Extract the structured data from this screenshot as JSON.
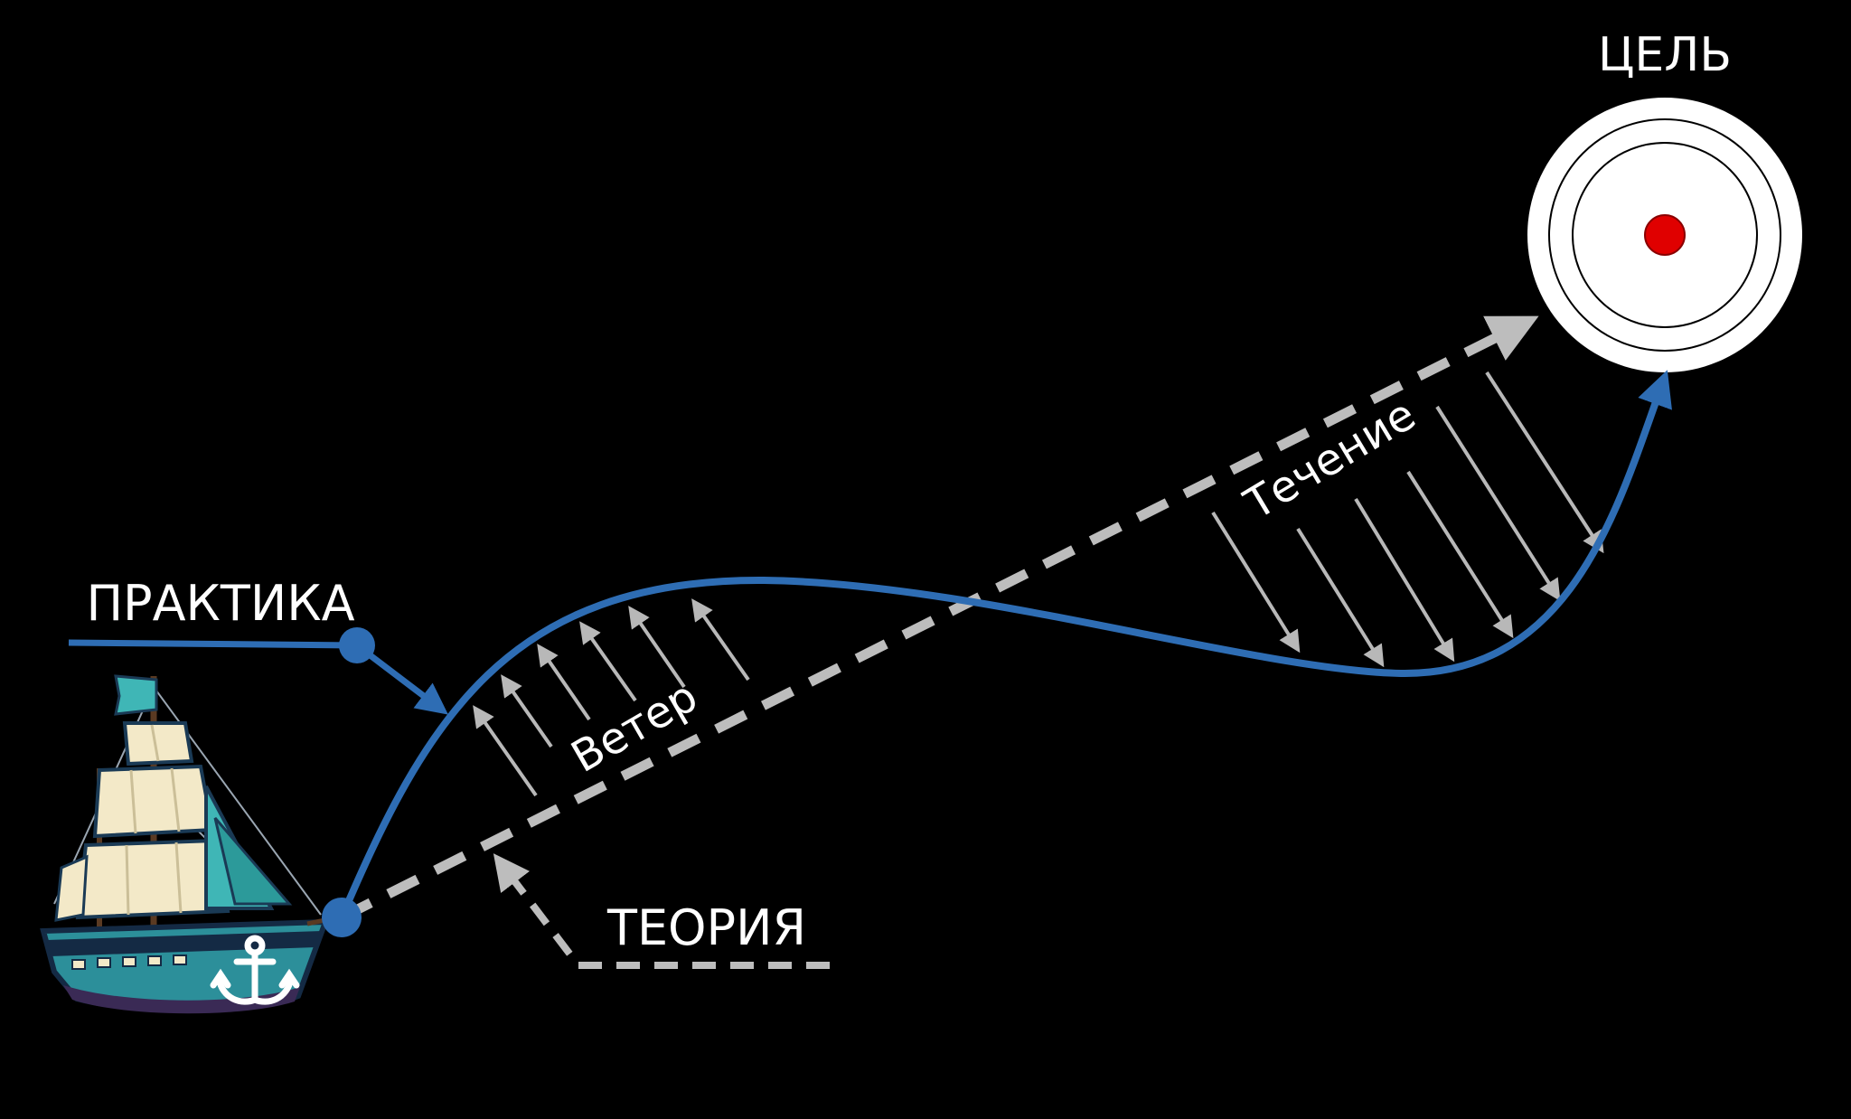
{
  "labels": {
    "goal": "ЦЕЛЬ",
    "practice": "ПРАКТИКА",
    "theory": "ТЕОРИЯ",
    "wind": "Ветер",
    "current": "Течение"
  },
  "colors": {
    "background": "#000000",
    "practice_line": "#2e6db4",
    "theory_line": "#bdbdbd",
    "force_arrows": "#b8b8b8",
    "target_outer": "#ffffff",
    "target_center": "#e00000",
    "text": "#ffffff"
  },
  "icons": {
    "ship": "sailing-ship-icon",
    "anchor": "anchor-icon",
    "target": "target-icon"
  }
}
